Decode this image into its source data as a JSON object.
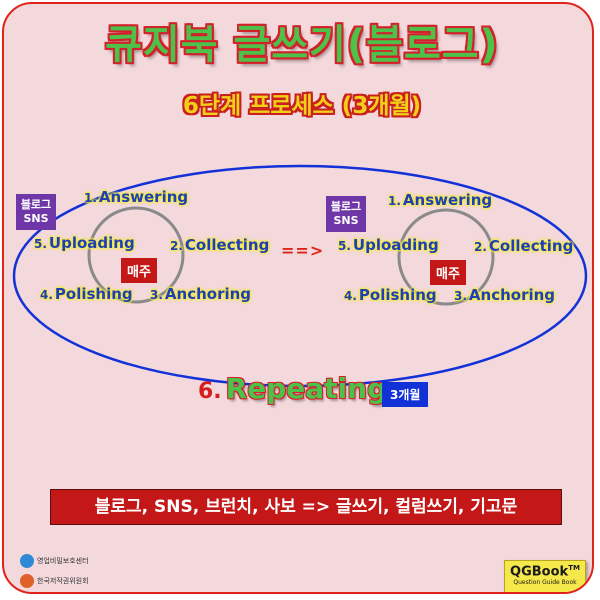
{
  "title": "큐지북 글쓰기(블로그)",
  "subtitle": "6단계 프로세스 (3개월)",
  "blog_tag": {
    "line1": "블로그",
    "line2": "SNS"
  },
  "center_label": "매주",
  "arrow": "==>",
  "steps": [
    {
      "num": "1.",
      "label": "Answering"
    },
    {
      "num": "2.",
      "label": "Collecting"
    },
    {
      "num": "3.",
      "label": "Anchoring"
    },
    {
      "num": "4.",
      "label": "Polishing"
    },
    {
      "num": "5.",
      "label": "Uploading"
    }
  ],
  "repeat": {
    "num": "6.",
    "label": "Repeating",
    "duration": "3개월"
  },
  "banner": "블로그, SNS, 브런치, 사보 => 글쓰기, 컬럼쓰기, 기고문",
  "logos": [
    {
      "name": "영업비밀보호센터",
      "color": "#2e8ad6"
    },
    {
      "name": "한국저작권위원회",
      "color": "#e0602a"
    }
  ],
  "brand": {
    "name": "QGBook",
    "tm": "TM",
    "tagline": "Question Guide Book"
  },
  "colors": {
    "accent_red": "#c41818",
    "title_green": "#4cc24a",
    "step_blue": "#1d3fb8",
    "ellipse_blue": "#1232d8"
  }
}
